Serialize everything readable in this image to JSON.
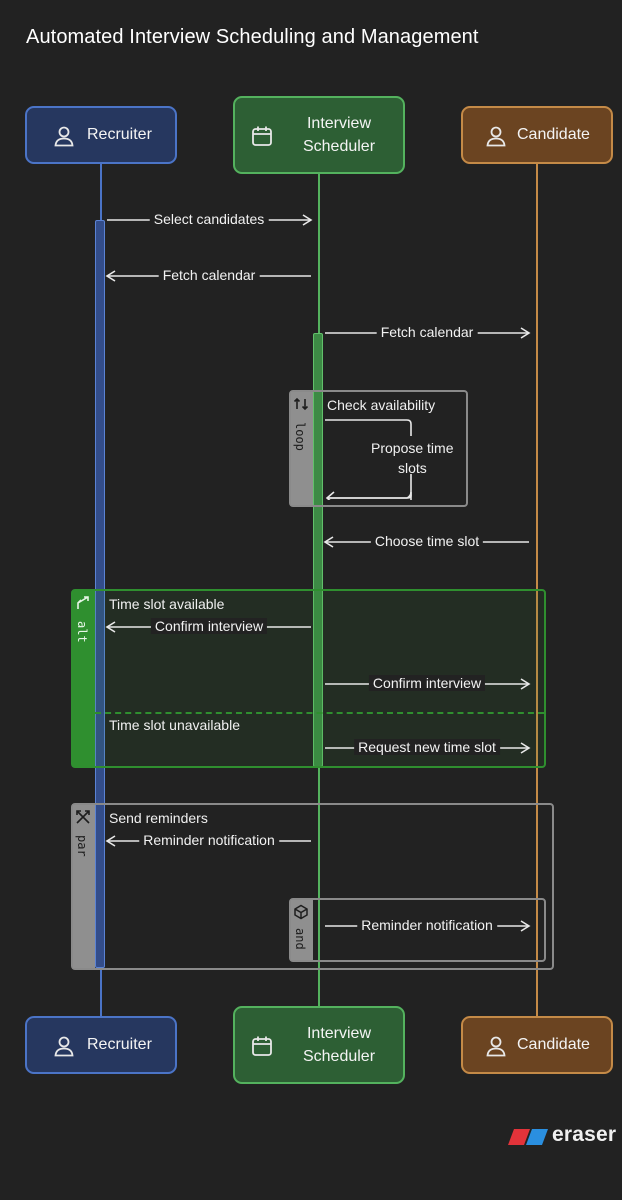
{
  "title": "Automated Interview Scheduling and Management",
  "participants": {
    "recruiter": {
      "label": "Recruiter",
      "icon": "person-icon",
      "color": "#4b74c7"
    },
    "scheduler": {
      "label_line1": "Interview",
      "label_line2": "Scheduler",
      "icon": "calendar-icon",
      "color": "#54b25e"
    },
    "candidate": {
      "label": "Candidate",
      "icon": "person-icon",
      "color": "#c48a47"
    }
  },
  "messages": [
    {
      "id": "m1",
      "text": "Select candidates",
      "from": "recruiter",
      "to": "scheduler"
    },
    {
      "id": "m2",
      "text": "Fetch calendar",
      "from": "scheduler",
      "to": "recruiter"
    },
    {
      "id": "m3",
      "text": "Fetch calendar",
      "from": "scheduler",
      "to": "candidate"
    },
    {
      "id": "m4",
      "text": "Propose time slots",
      "from": "scheduler",
      "to": "scheduler"
    },
    {
      "id": "m5",
      "text": "Choose time slot",
      "from": "candidate",
      "to": "scheduler"
    },
    {
      "id": "m6",
      "text": "Confirm interview",
      "from": "scheduler",
      "to": "recruiter"
    },
    {
      "id": "m7",
      "text": "Confirm interview",
      "from": "scheduler",
      "to": "candidate"
    },
    {
      "id": "m8",
      "text": "Request new time slot",
      "from": "scheduler",
      "to": "candidate"
    },
    {
      "id": "m9",
      "text": "Reminder notification",
      "from": "scheduler",
      "to": "recruiter"
    },
    {
      "id": "m10",
      "text": "Reminder notification",
      "from": "scheduler",
      "to": "candidate"
    }
  ],
  "frames": {
    "loop": {
      "keyword": "loop",
      "condition": "Check availability",
      "self_message_line1": "Propose time",
      "self_message_line2": "slots"
    },
    "alt": {
      "keyword": "alt",
      "condition1": "Time slot available",
      "condition2": "Time slot unavailable",
      "color": "#2f8f2f"
    },
    "par": {
      "keyword": "par",
      "condition": "Send reminders"
    },
    "and": {
      "keyword": "and"
    }
  },
  "brand": {
    "name": "eraser",
    "colors": [
      "#e2333a",
      "#2a8fe0"
    ]
  }
}
